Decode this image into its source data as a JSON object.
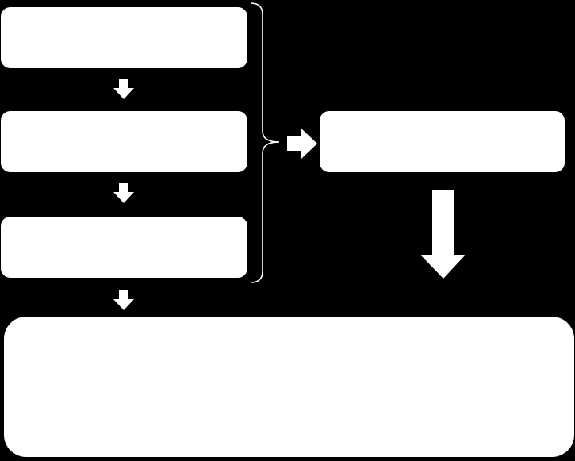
{
  "diagram": {
    "colors": {
      "background": "#000000",
      "box_fill": "#ffffff",
      "arrow_fill": "#ffffff",
      "bracket_stroke": "#ffffff"
    },
    "boxes": {
      "step_1": {
        "label": ""
      },
      "step_2": {
        "label": ""
      },
      "step_3": {
        "label": ""
      },
      "result": {
        "label": ""
      },
      "final": {
        "label": ""
      }
    },
    "connectors": {
      "bracket": "right-curly-brace",
      "arrows": [
        "down-arrow",
        "down-arrow",
        "down-arrow",
        "right-arrow",
        "large-down-arrow"
      ]
    }
  }
}
